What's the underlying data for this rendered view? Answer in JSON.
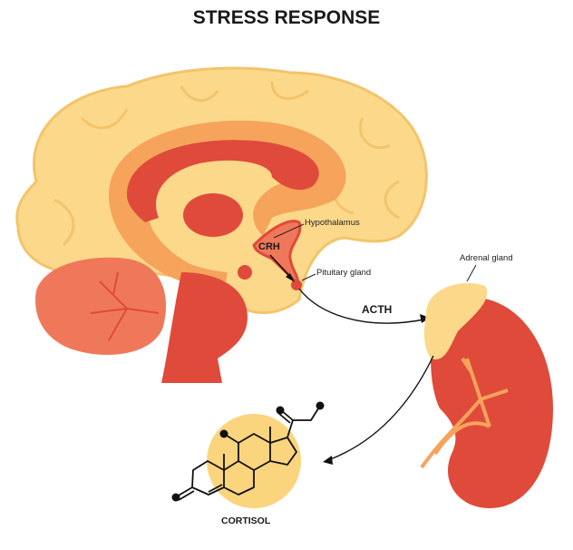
{
  "title": "STRESS RESPONSE",
  "labels": {
    "hypothalamus": "Hypothalamus",
    "crh": "CRH",
    "pituitary": "Pituitary gland",
    "acth": "ACTH",
    "adrenal": "Adrenal gland",
    "cortisol": "CORTISOL"
  },
  "colors": {
    "cortex": "#fcd98a",
    "cortex_outline": "#f3c46c",
    "inner_orange": "#f6a35c",
    "red": "#e04a3a",
    "salmon": "#f0785a",
    "molecule_bg": "#fbd47e"
  }
}
